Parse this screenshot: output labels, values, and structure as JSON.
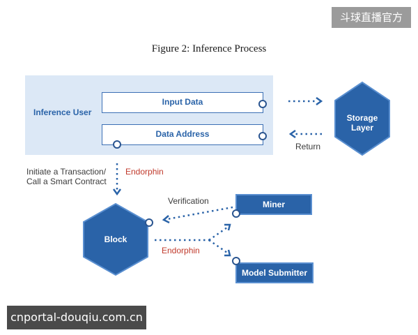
{
  "figure": {
    "title": "Figure 2: Inference Process"
  },
  "nodes": {
    "inference_user": "Inference User",
    "input_data": "Input Data",
    "data_address": "Data Address",
    "storage_layer": "Storage Layer",
    "block": "Block",
    "miner": "Miner",
    "model_submitter": "Model Submitter"
  },
  "edges": {
    "return": "Return",
    "initiate_line1": "Initiate a Transaction/",
    "initiate_line2": "Call a Smart Contract",
    "endorphin_top": "Endorphin",
    "verification": "Verification",
    "endorphin_bottom": "Endorphin"
  },
  "watermarks": {
    "top_right": "斗球直播官方",
    "bottom_left": "cnportal-douqiu.com.cn"
  },
  "colors": {
    "primary_blue": "#2a63a8",
    "panel_bg": "#dce8f6",
    "label_red": "#c0392b"
  }
}
